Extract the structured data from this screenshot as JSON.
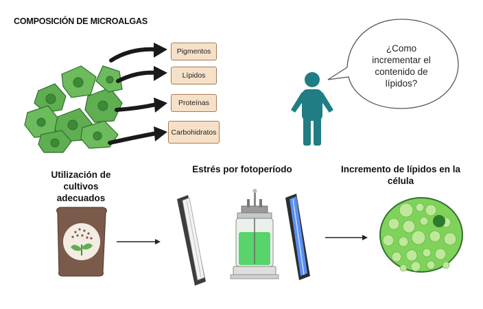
{
  "title": "COMPOSICIÓN DE MICROALGAS",
  "components": [
    "Pigmentos",
    "Lípidos",
    "Proteínas",
    "Carbohidratos"
  ],
  "question": "¿Como incrementar el contenido de lípidos?",
  "steps": [
    {
      "label": "Utilización de cultivos adecuados"
    },
    {
      "label": "Estrés por fotoperíodo"
    },
    {
      "label": "Incremento de lípidos en la célula"
    }
  ],
  "colors": {
    "algae": "#5fae52",
    "algae_dark": "#2f6f2c",
    "box_fill": "#f6e0c8",
    "box_border": "#a57a52",
    "person": "#1f7d83",
    "lamp_uv": "#5a8ff0",
    "lipid_cell": "#7fd35a",
    "lipid_droplet": "#bfe89a"
  },
  "icons": [
    "microalgae-cluster-icon",
    "black-arrow-icon",
    "person-icon",
    "speech-bubble-icon",
    "seed-bag-icon",
    "fluorescent-lamp-icon",
    "bioreactor-icon",
    "uv-lamp-icon",
    "lipid-cell-icon"
  ]
}
